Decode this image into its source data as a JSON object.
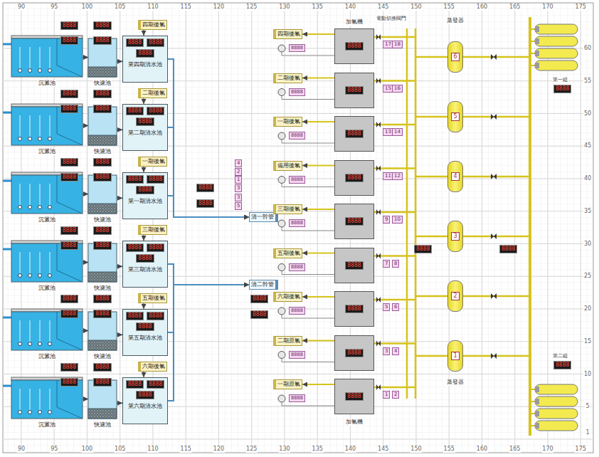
{
  "diagram": {
    "nodes": [
      {
        "text": [
          "8888",
          "8888",
          "沉澱池"
        ]
      },
      {
        "text": [
          "8888",
          "8888",
          "快濾池"
        ]
      },
      {
        "text": [
          "8888",
          "8888",
          "8888",
          "第四期清水池"
        ]
      },
      {
        "text": [
          "四期後氯"
        ]
      },
      {
        "text": [
          "8888",
          "8888",
          "沉澱池"
        ]
      },
      {
        "text": [
          "8888",
          "8888",
          "快濾池"
        ]
      },
      {
        "text": [
          "8888",
          "8888",
          "8888",
          "第二期清水池"
        ]
      },
      {
        "text": [
          "二期後氯"
        ]
      },
      {
        "text": [
          "8888",
          "8888",
          "沉澱池"
        ]
      },
      {
        "text": [
          "8888",
          "8888",
          "快濾池"
        ]
      },
      {
        "text": [
          "8888",
          "8888",
          "8888",
          "第一期清水池"
        ]
      },
      {
        "text": [
          "一期後氯"
        ]
      },
      {
        "text": [
          "8888",
          "8888",
          "沉澱池"
        ]
      },
      {
        "text": [
          "8888",
          "8888",
          "快濾池"
        ]
      },
      {
        "text": [
          "8888",
          "8888",
          "8888",
          "第三期清水池"
        ]
      },
      {
        "text": [
          "三期後氯"
        ]
      },
      {
        "text": [
          "8888",
          "8888",
          "沉澱池"
        ]
      },
      {
        "text": [
          "8888",
          "8888",
          "快濾池"
        ]
      },
      {
        "text": [
          "8888",
          "8888",
          "8888",
          "第五期清水池"
        ]
      },
      {
        "text": [
          "五期後氯"
        ]
      },
      {
        "text": [
          "8888",
          "8888",
          "沉澱池"
        ]
      },
      {
        "text": [
          "8888",
          "8888",
          "快濾池"
        ]
      },
      {
        "text": [
          "8888",
          "8888",
          "8888",
          "第六期清水池"
        ]
      },
      {
        "text": [
          "六期後氯"
        ]
      },
      {
        "text": [
          "清一幹管"
        ]
      },
      {
        "text": [
          "清二幹管"
        ]
      },
      {
        "text": [
          "四期後氯"
        ]
      },
      {
        "text": [
          "8888"
        ]
      },
      {
        "text": [
          "二期後氯"
        ]
      },
      {
        "text": [
          "8888"
        ]
      },
      {
        "text": [
          "一期後氯"
        ]
      },
      {
        "text": [
          "8888"
        ]
      },
      {
        "text": [
          "備用後氯"
        ]
      },
      {
        "text": [
          "8888"
        ]
      },
      {
        "text": [
          "三期後氯"
        ]
      },
      {
        "text": [
          "8888"
        ]
      },
      {
        "text": [
          "五期後氯"
        ]
      },
      {
        "text": [
          "8888"
        ]
      },
      {
        "text": [
          "六期後氯"
        ]
      },
      {
        "text": [
          "8888"
        ]
      },
      {
        "text": [
          "二期原氯"
        ]
      },
      {
        "text": [
          "8888"
        ]
      },
      {
        "text": [
          "一期原氯"
        ]
      },
      {
        "text": [
          "8888"
        ]
      },
      {
        "text": [
          "6"
        ]
      },
      {
        "text": [
          "5"
        ]
      },
      {
        "text": [
          "4"
        ]
      },
      {
        "text": [
          "3"
        ]
      },
      {
        "text": [
          "2"
        ]
      },
      {
        "text": [
          "1"
        ]
      }
    ],
    "edges": [
      {
        "from": 0,
        "to": 1,
        "arrow": "to"
      },
      {
        "from": 1,
        "to": 2,
        "arrow": "to"
      },
      {
        "from": 3,
        "to": 2,
        "arrow": "to"
      },
      {
        "from": 2,
        "to": 24,
        "arrow": "to"
      },
      {
        "from": 4,
        "to": 5,
        "arrow": "to"
      },
      {
        "from": 5,
        "to": 6,
        "arrow": "to"
      },
      {
        "from": 7,
        "to": 6,
        "arrow": "to"
      },
      {
        "from": 6,
        "to": 24,
        "arrow": "to"
      },
      {
        "from": 8,
        "to": 9,
        "arrow": "to"
      },
      {
        "from": 9,
        "to": 10,
        "arrow": "to"
      },
      {
        "from": 11,
        "to": 10,
        "arrow": "to"
      },
      {
        "from": 10,
        "to": 24,
        "arrow": "to"
      },
      {
        "from": 12,
        "to": 13,
        "arrow": "to"
      },
      {
        "from": 13,
        "to": 14,
        "arrow": "to"
      },
      {
        "from": 15,
        "to": 14,
        "arrow": "to"
      },
      {
        "from": 14,
        "to": 25,
        "arrow": "to"
      },
      {
        "from": 16,
        "to": 17,
        "arrow": "to"
      },
      {
        "from": 17,
        "to": 18,
        "arrow": "to"
      },
      {
        "from": 19,
        "to": 18,
        "arrow": "to"
      },
      {
        "from": 18,
        "to": 25,
        "arrow": "to"
      },
      {
        "from": 20,
        "to": 21,
        "arrow": "to"
      },
      {
        "from": 21,
        "to": 22,
        "arrow": "to"
      },
      {
        "from": 23,
        "to": 22,
        "arrow": "to"
      },
      {
        "from": 22,
        "to": 25,
        "arrow": "to"
      },
      {
        "from": 27,
        "to": 26,
        "arrow": "to"
      },
      {
        "from": 29,
        "to": 28,
        "arrow": "to"
      },
      {
        "from": 31,
        "to": 30,
        "arrow": "to"
      },
      {
        "from": 33,
        "to": 32,
        "arrow": "to"
      },
      {
        "from": 35,
        "to": 34,
        "arrow": "to"
      },
      {
        "from": 37,
        "to": 36,
        "arrow": "to"
      },
      {
        "from": 39,
        "to": 38,
        "arrow": "to"
      },
      {
        "from": 41,
        "to": 40,
        "arrow": "to"
      },
      {
        "from": 43,
        "to": 42,
        "arrow": "to"
      }
    ],
    "labels": [
      "90",
      "95",
      "100",
      "105",
      "110",
      "115",
      "120",
      "125",
      "130",
      "135",
      "140",
      "145",
      "150",
      "155",
      "160",
      "165",
      "170",
      "175",
      "90",
      "95",
      "100",
      "105",
      "110",
      "115",
      "120",
      "125",
      "130",
      "135",
      "140",
      "145",
      "150",
      "155",
      "160",
      "165",
      "170",
      "175",
      "60",
      "55",
      "50",
      "45",
      "40",
      "35",
      "30",
      "25",
      "20",
      "15",
      "10",
      "5",
      "1",
      "8888",
      "8888",
      "8888",
      "8888",
      "4",
      "2",
      "1",
      "3",
      "3",
      "5",
      "8888",
      "8888",
      "8888",
      "8888",
      "8888",
      "8888",
      "8888",
      "8888",
      "8888",
      "17",
      "18",
      "15",
      "16",
      "13",
      "14",
      "11",
      "12",
      "9",
      "10",
      "7",
      "8",
      "5",
      "6",
      "3",
      "4",
      "1",
      "2",
      "電動切換閥門",
      "加氯機",
      "加氯機",
      "蒸發器",
      "蒸發器",
      "8888",
      "8888",
      "第一組",
      "8888",
      "第二組",
      "8888"
    ]
  }
}
